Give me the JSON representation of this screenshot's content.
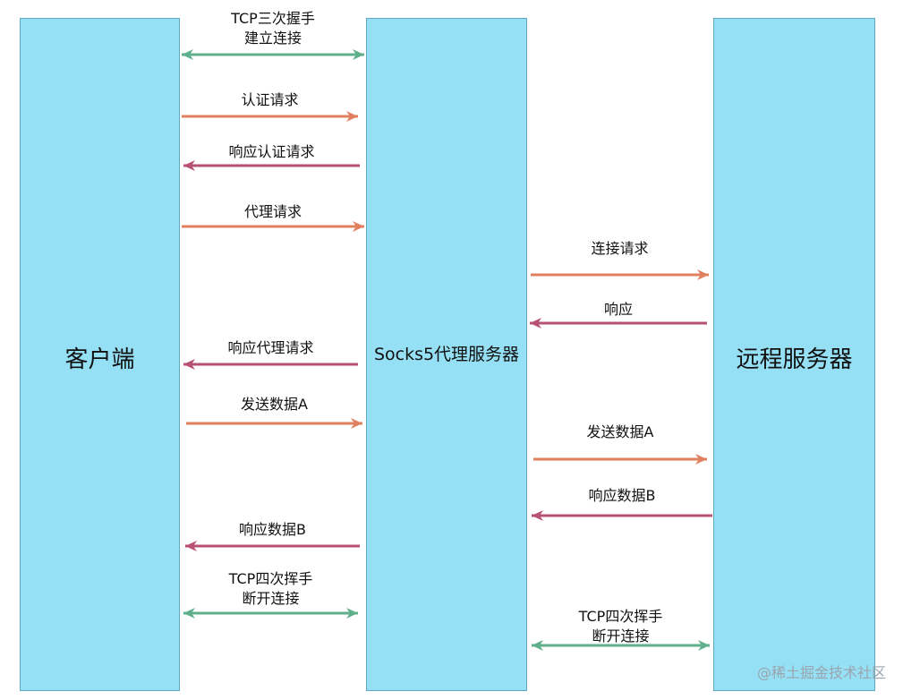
{
  "colors": {
    "pillar_fill": "#96e0f5",
    "request": "#e0805f",
    "response": "#b84f74",
    "handshake": "#5fb08a"
  },
  "entities": {
    "client": "客户端",
    "proxy": "Socks5代理服务器",
    "remote": "远程服务器"
  },
  "left_flows": [
    {
      "label": "TCP三次握手\n建立连接",
      "direction": "both",
      "kind": "handshake"
    },
    {
      "label": "认证请求",
      "direction": "right",
      "kind": "request"
    },
    {
      "label": "响应认证请求",
      "direction": "left",
      "kind": "response"
    },
    {
      "label": "代理请求",
      "direction": "right",
      "kind": "request"
    },
    {
      "label": "响应代理请求",
      "direction": "left",
      "kind": "response"
    },
    {
      "label": "发送数据A",
      "direction": "right",
      "kind": "request"
    },
    {
      "label": "响应数据B",
      "direction": "left",
      "kind": "response"
    },
    {
      "label": "TCP四次挥手\n断开连接",
      "direction": "both",
      "kind": "handshake"
    }
  ],
  "right_flows": [
    {
      "label": "连接请求",
      "direction": "right",
      "kind": "request"
    },
    {
      "label": "响应",
      "direction": "left",
      "kind": "response"
    },
    {
      "label": "发送数据A",
      "direction": "right",
      "kind": "request"
    },
    {
      "label": "响应数据B",
      "direction": "left",
      "kind": "response"
    },
    {
      "label": "TCP四次挥手\n断开连接",
      "direction": "both",
      "kind": "handshake"
    }
  ],
  "watermark": "@稀土掘金技术社区"
}
